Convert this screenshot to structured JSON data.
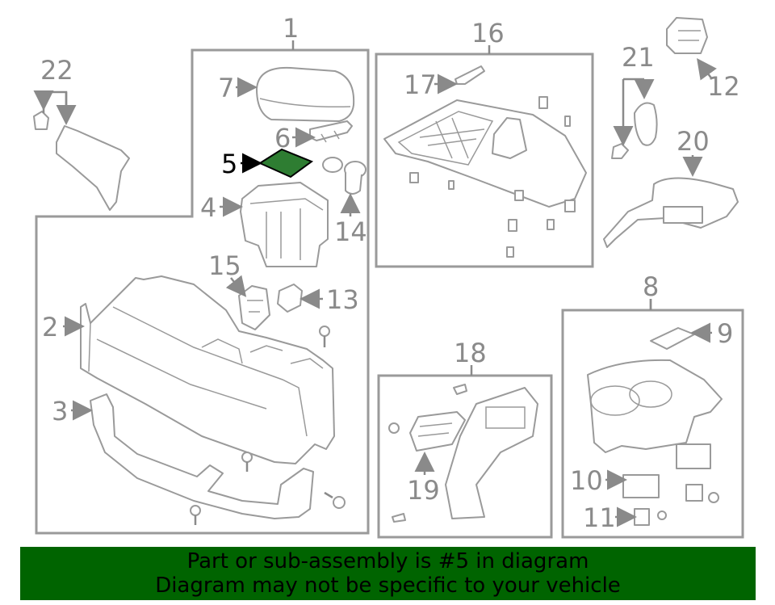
{
  "callouts": {
    "c1": "1",
    "c2": "2",
    "c3": "3",
    "c4": "4",
    "c5": "5",
    "c6": "6",
    "c7": "7",
    "c8": "8",
    "c9": "9",
    "c10": "10",
    "c11": "11",
    "c12": "12",
    "c13": "13",
    "c14": "14",
    "c15": "15",
    "c16": "16",
    "c17": "17",
    "c18": "18",
    "c19": "19",
    "c20": "20",
    "c21": "21",
    "c22": "22"
  },
  "highlight": {
    "part_number": "5",
    "color": "#2e7d32"
  },
  "banner": {
    "line1": "Part or sub-assembly is #5 in diagram",
    "line2": "Diagram may not be specific to your vehicle",
    "background": "#006400"
  }
}
